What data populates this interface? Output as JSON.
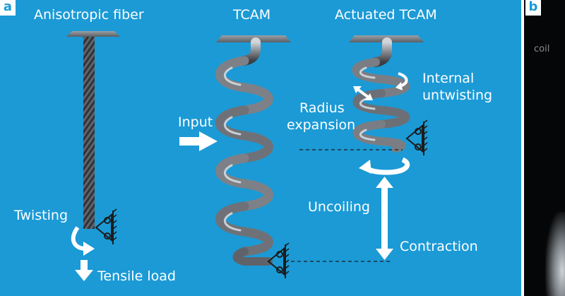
{
  "panel_a": {
    "badge": "a",
    "titles": {
      "fiber": "Anisotropic fiber",
      "tcam": "TCAM",
      "actuated": "Actuated TCAM"
    },
    "labels": {
      "twisting": "Twisting",
      "tensile_load": "Tensile load",
      "input": "Input",
      "internal_untwisting_line1": "Internal",
      "internal_untwisting_line2": "untwisting",
      "radius_expansion_line1": "Radius",
      "radius_expansion_line2": "expansion",
      "uncoiling": "Uncoiling",
      "contraction": "Contraction"
    }
  },
  "panel_b": {
    "badge": "b",
    "partial_text": "coil"
  },
  "colors": {
    "background": "#1b9ad6",
    "text": "#ffffff",
    "coil_dark": "#3c3e42",
    "coil_light": "#c9ccd0",
    "panel_b_bg": "#050607"
  }
}
